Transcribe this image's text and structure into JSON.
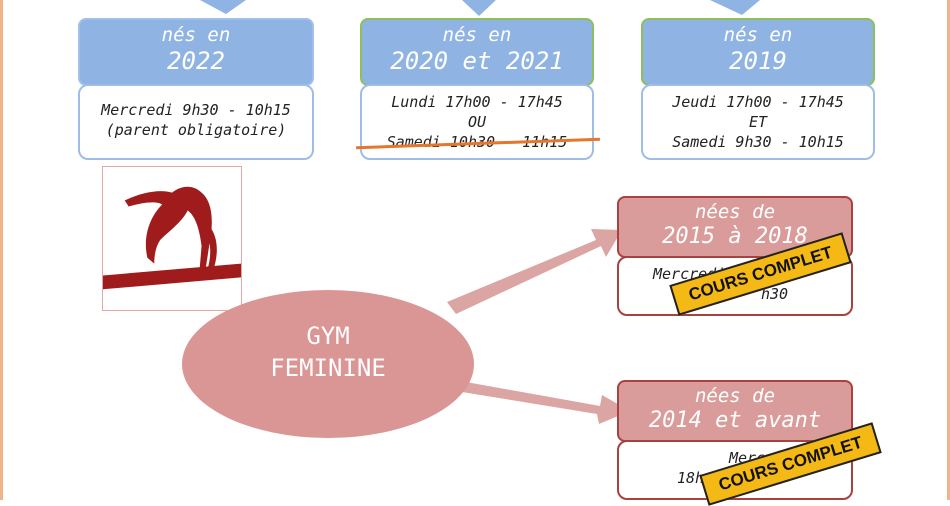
{
  "groups_top": [
    {
      "header_line1": "nés en",
      "header_line2": "2022",
      "lines": [
        "Mercredi 9h30 - 10h15",
        "(parent obligatoire)"
      ]
    },
    {
      "header_line1": "nés en",
      "header_line2": "2020 et 2021",
      "lines": [
        "Lundi 17h00 - 17h45",
        "OU"
      ],
      "struck_line": "Samedi 10h30 - 11h15"
    },
    {
      "header_line1": "nés en",
      "header_line2": "2019",
      "lines": [
        "Jeudi 17h00 - 17h45",
        "ET",
        "Samedi 9h30 - 10h15"
      ]
    }
  ],
  "center": {
    "line1": "GYM",
    "line2": "FEMININE"
  },
  "groups_feminine": [
    {
      "header_line1": "nées de",
      "header_line2": "2015 à 2018",
      "line1": "Mercredi",
      "line2": "h30",
      "stamp": "COURS COMPLET"
    },
    {
      "header_line1": "nées de",
      "header_line2": "2014 et avant",
      "line1": "Mercredi",
      "line2": "18h",
      "stamp": "COURS COMPLET"
    }
  ],
  "colors": {
    "blue_header": "#8fb4e3",
    "red_header": "#d99c9a",
    "ellipse": "#d99694",
    "stamp": "#f4b914",
    "strike": "#e6762b"
  }
}
